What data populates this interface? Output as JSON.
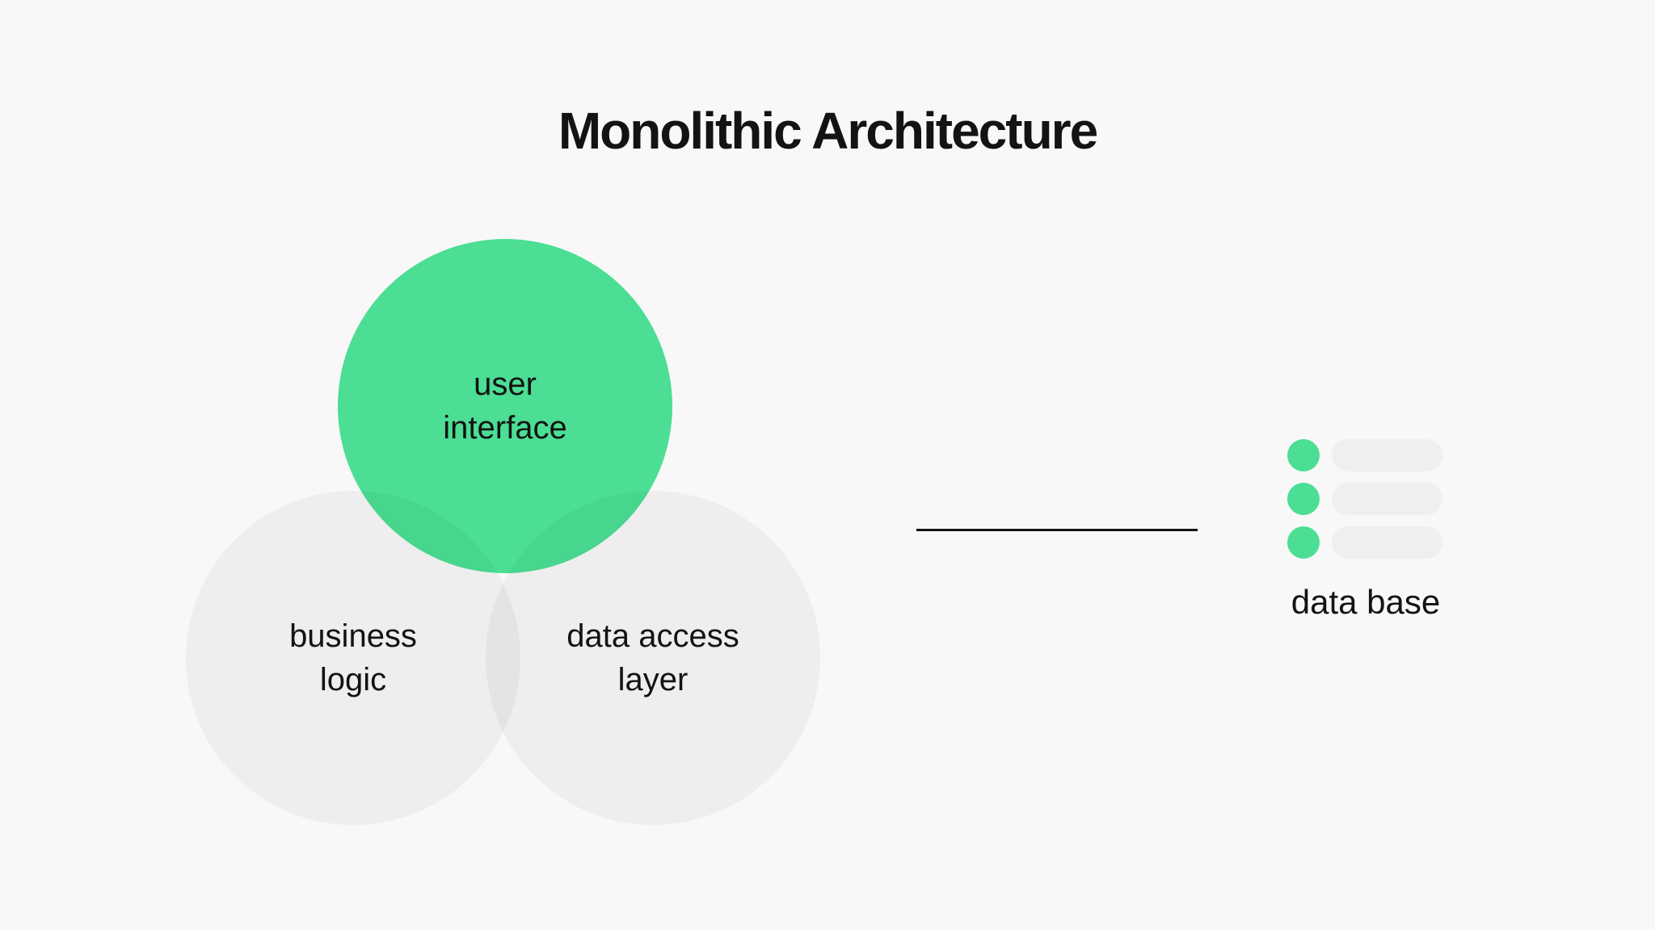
{
  "title": "Monolithic Architecture",
  "colors": {
    "background": "#F8F8F8",
    "green": "#4BDE94",
    "gray_overlay": "rgba(17,17,17,0.043)",
    "pill": "#EFEFEF",
    "ink": "#131313"
  },
  "diagram": {
    "circles": [
      {
        "name": "user-interface",
        "fill": "green",
        "lines": [
          "user",
          "interface"
        ]
      },
      {
        "name": "business-logic",
        "fill": "gray",
        "lines": [
          "business",
          "logic"
        ]
      },
      {
        "name": "data-access-layer",
        "fill": "gray",
        "lines": [
          "data access",
          "layer"
        ]
      }
    ],
    "connector": {
      "type": "plain-line"
    },
    "database": {
      "label": "data base",
      "row_count": 3
    }
  }
}
